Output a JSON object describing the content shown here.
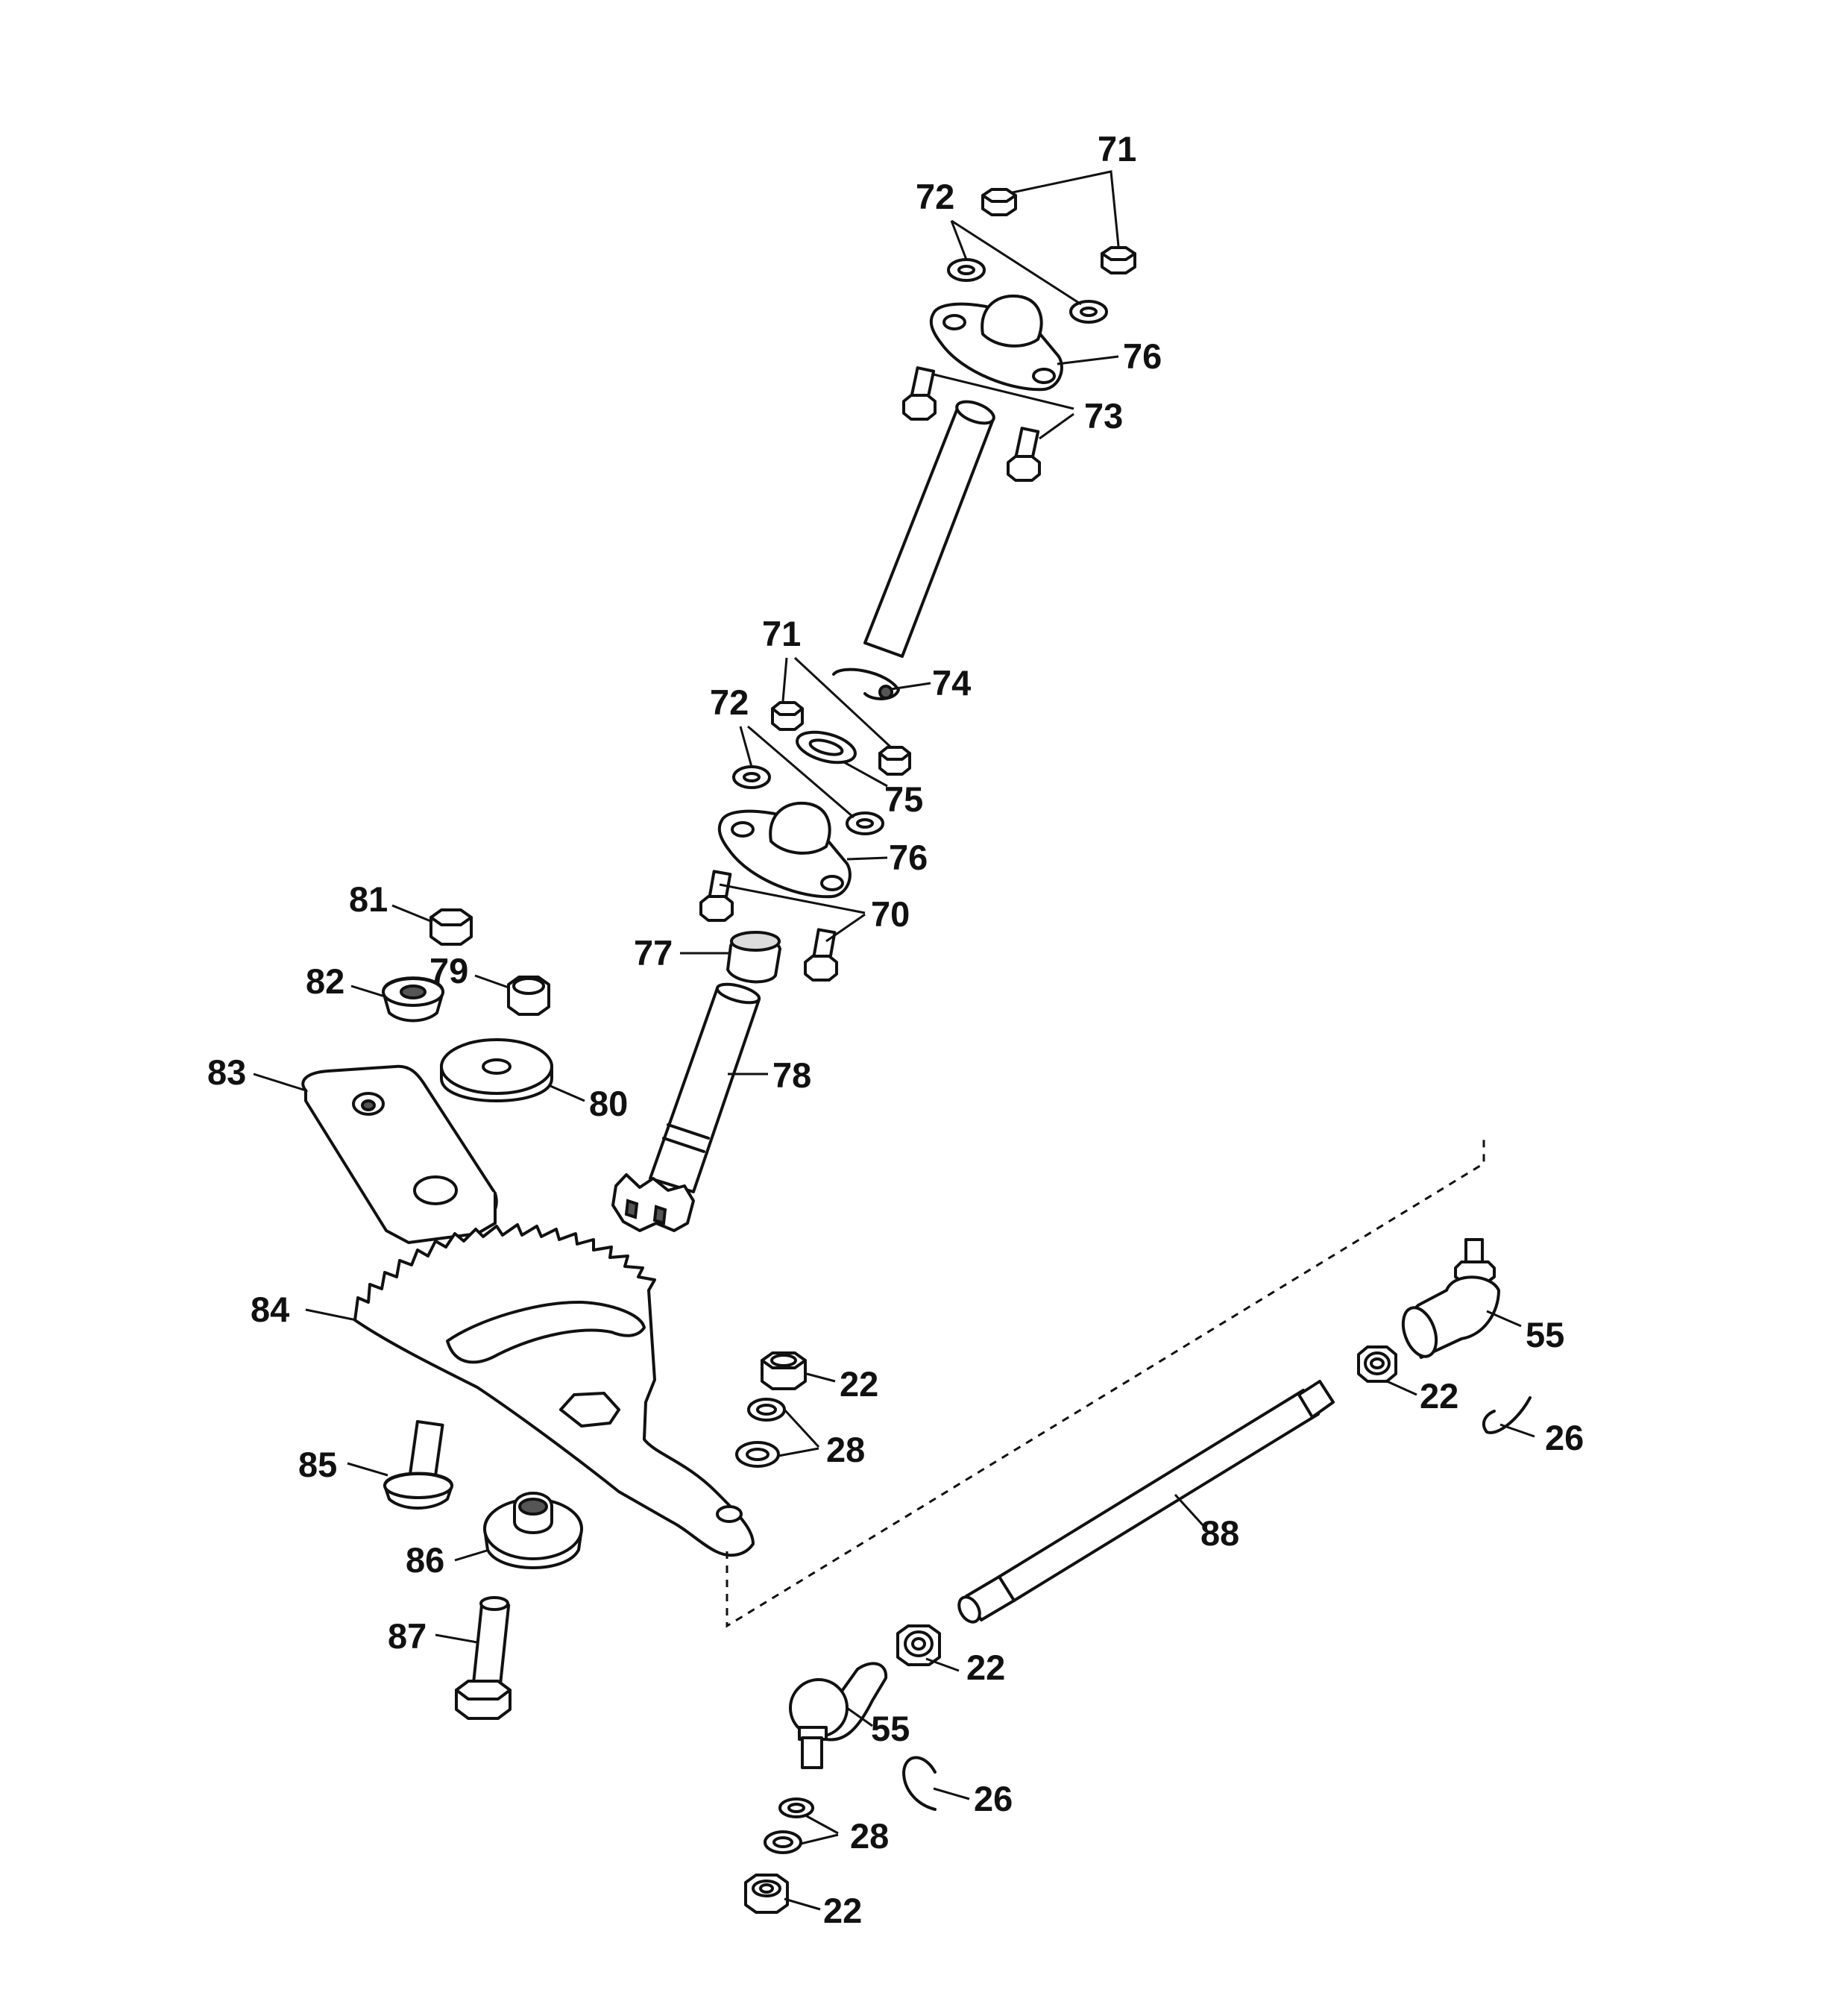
{
  "callouts": [
    {
      "id": "c71a",
      "text": "71"
    },
    {
      "id": "c72a",
      "text": "72"
    },
    {
      "id": "c76a",
      "text": "76"
    },
    {
      "id": "c73",
      "text": "73"
    },
    {
      "id": "c74",
      "text": "74"
    },
    {
      "id": "c71b",
      "text": "71"
    },
    {
      "id": "c72b",
      "text": "72"
    },
    {
      "id": "c75",
      "text": "75"
    },
    {
      "id": "c76b",
      "text": "76"
    },
    {
      "id": "c70",
      "text": "70"
    },
    {
      "id": "c81",
      "text": "81"
    },
    {
      "id": "c79",
      "text": "79"
    },
    {
      "id": "c82",
      "text": "82"
    },
    {
      "id": "c77",
      "text": "77"
    },
    {
      "id": "c83",
      "text": "83"
    },
    {
      "id": "c80",
      "text": "80"
    },
    {
      "id": "c78",
      "text": "78"
    },
    {
      "id": "c84",
      "text": "84"
    },
    {
      "id": "c22a",
      "text": "22"
    },
    {
      "id": "c28a",
      "text": "28"
    },
    {
      "id": "c55a",
      "text": "55"
    },
    {
      "id": "c22b",
      "text": "22"
    },
    {
      "id": "c26a",
      "text": "26"
    },
    {
      "id": "c85",
      "text": "85"
    },
    {
      "id": "c86",
      "text": "86"
    },
    {
      "id": "c88",
      "text": "88"
    },
    {
      "id": "c87",
      "text": "87"
    },
    {
      "id": "c22c",
      "text": "22"
    },
    {
      "id": "c55b",
      "text": "55"
    },
    {
      "id": "c26b",
      "text": "26"
    },
    {
      "id": "c28b",
      "text": "28"
    },
    {
      "id": "c22d",
      "text": "22"
    }
  ]
}
